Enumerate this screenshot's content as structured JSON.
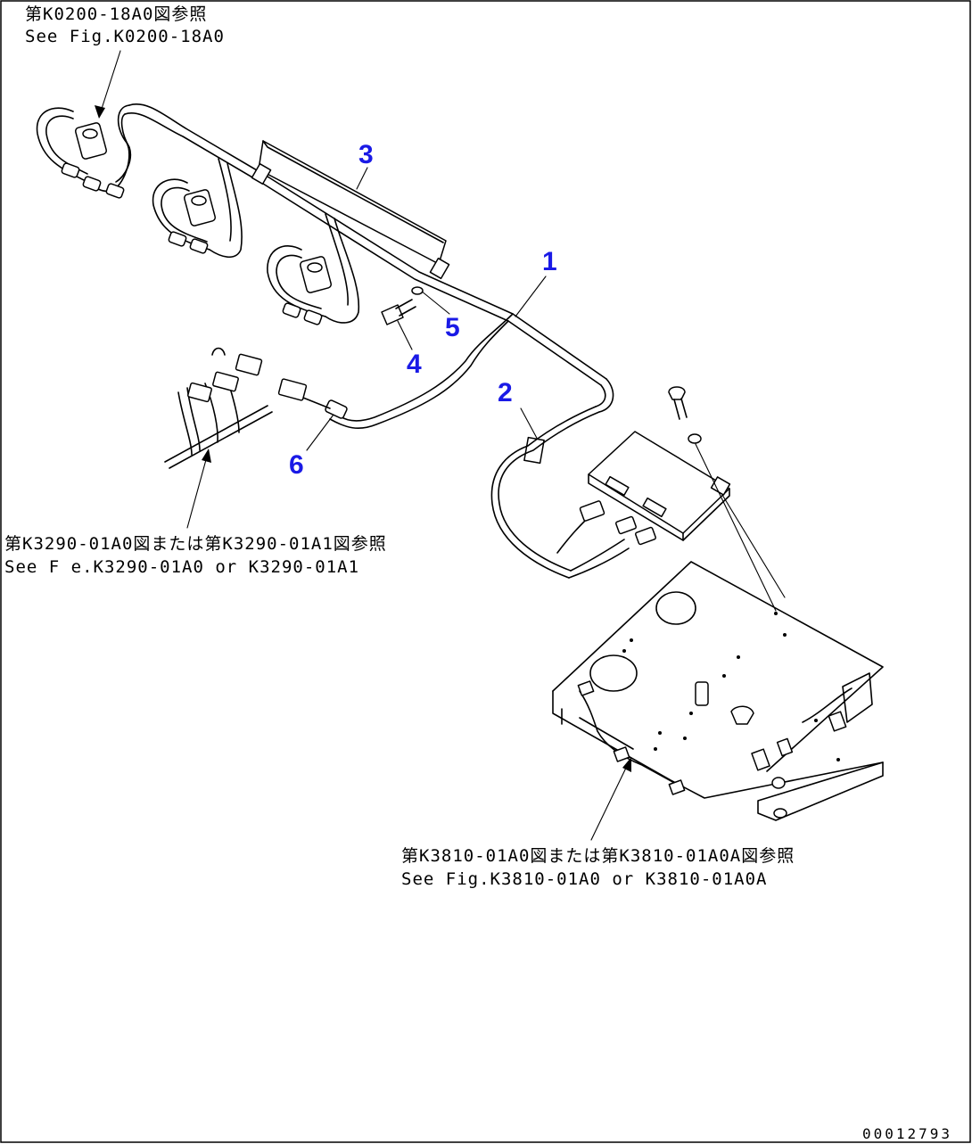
{
  "references": {
    "top_jp": "第K0200-18A0図参照",
    "top_en": "See Fig.K0200-18A0",
    "left_jp": "第K3290-01A0図または第K3290-01A1図参照",
    "left_en": "See F e.K3290-01A0 or K3290-01A1",
    "bottom_jp": "第K3810-01A0図または第K3810-01A0A図参照",
    "bottom_en": "See Fig.K3810-01A0 or K3810-01A0A"
  },
  "callouts": {
    "c1": "1",
    "c2": "2",
    "c3": "3",
    "c4": "4",
    "c5": "5",
    "c6": "6"
  },
  "doc_number": "00012793",
  "colors": {
    "callout": "#1a1ae6",
    "line": "#000000",
    "background": "#ffffff"
  }
}
